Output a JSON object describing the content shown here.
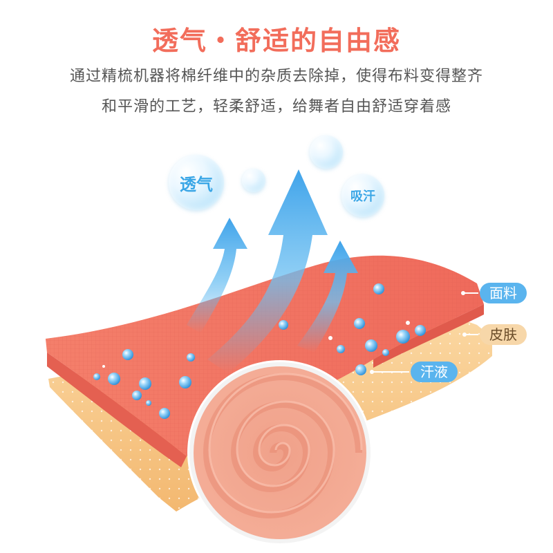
{
  "title": "透气・舒适的自由感",
  "description": {
    "line1": "通过精梳机器将棉纤维中的杂质去除掉，使得布料变得整齐",
    "line2": "和平滑的工艺，轻柔舒适，给舞者自由舒适穿着感"
  },
  "bubbles": {
    "breathable": "透气",
    "absorb_sweat": "吸汗"
  },
  "labels": {
    "fabric": "面料",
    "skin": "皮肤",
    "sweat": "汗液"
  },
  "colors": {
    "title": "#f26d5b",
    "fabric": "#f0826d",
    "skin": "#f7c98a",
    "arrow": "#5ab4ee",
    "tag_blue": "#5ab4ee",
    "tag_skin": "#f7d7a9"
  }
}
